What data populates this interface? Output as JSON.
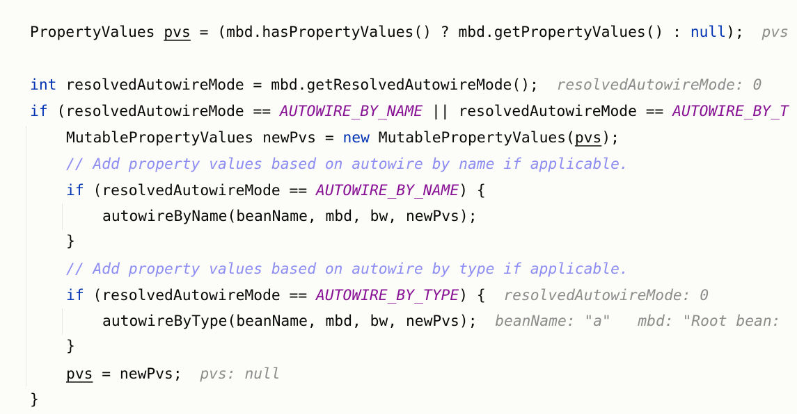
{
  "code": {
    "line1": {
      "type": "PropertyValues ",
      "var": "pvs",
      "mid": " = (mbd.hasPropertyValues() ? mbd.getPropertyValues() : ",
      "null_kw": "null",
      "end": ");",
      "hint": "pvs"
    },
    "line3": {
      "kw": "int",
      "code": " resolvedAutowireMode = mbd.getResolvedAutowireMode();",
      "hint": "resolvedAutowireMode: 0"
    },
    "line4": {
      "kw": "if",
      "a": " (resolvedAutowireMode == ",
      "c1": "AUTOWIRE_BY_NAME",
      "b": " || resolvedAutowireMode == ",
      "c2": "AUTOWIRE_BY_T"
    },
    "line5": {
      "a": "MutablePropertyValues newPvs = ",
      "kw": "new",
      "b": " MutablePropertyValues(",
      "var": "pvs",
      "c": ");"
    },
    "line6": {
      "comment": "// Add property values based on autowire by name if applicable."
    },
    "line7": {
      "kw": "if",
      "a": " (resolvedAutowireMode == ",
      "const": "AUTOWIRE_BY_NAME",
      "b": ") {"
    },
    "line8": {
      "code": "autowireByName(beanName, mbd, bw, newPvs);"
    },
    "line9": {
      "code": "}"
    },
    "line10": {
      "comment": "// Add property values based on autowire by type if applicable."
    },
    "line11": {
      "kw": "if",
      "a": " (resolvedAutowireMode == ",
      "const": "AUTOWIRE_BY_TYPE",
      "b": ") {",
      "hint": "resolvedAutowireMode: 0"
    },
    "line12": {
      "code": "autowireByType(beanName, mbd, bw, newPvs);",
      "hint1": "beanName: \"a\"",
      "hint2": "mbd: \"Root bean:"
    },
    "line13": {
      "code": "}"
    },
    "line14": {
      "var": "pvs",
      "code": " = newPvs;",
      "hint": "pvs: null"
    },
    "line15": {
      "code": "}"
    }
  }
}
